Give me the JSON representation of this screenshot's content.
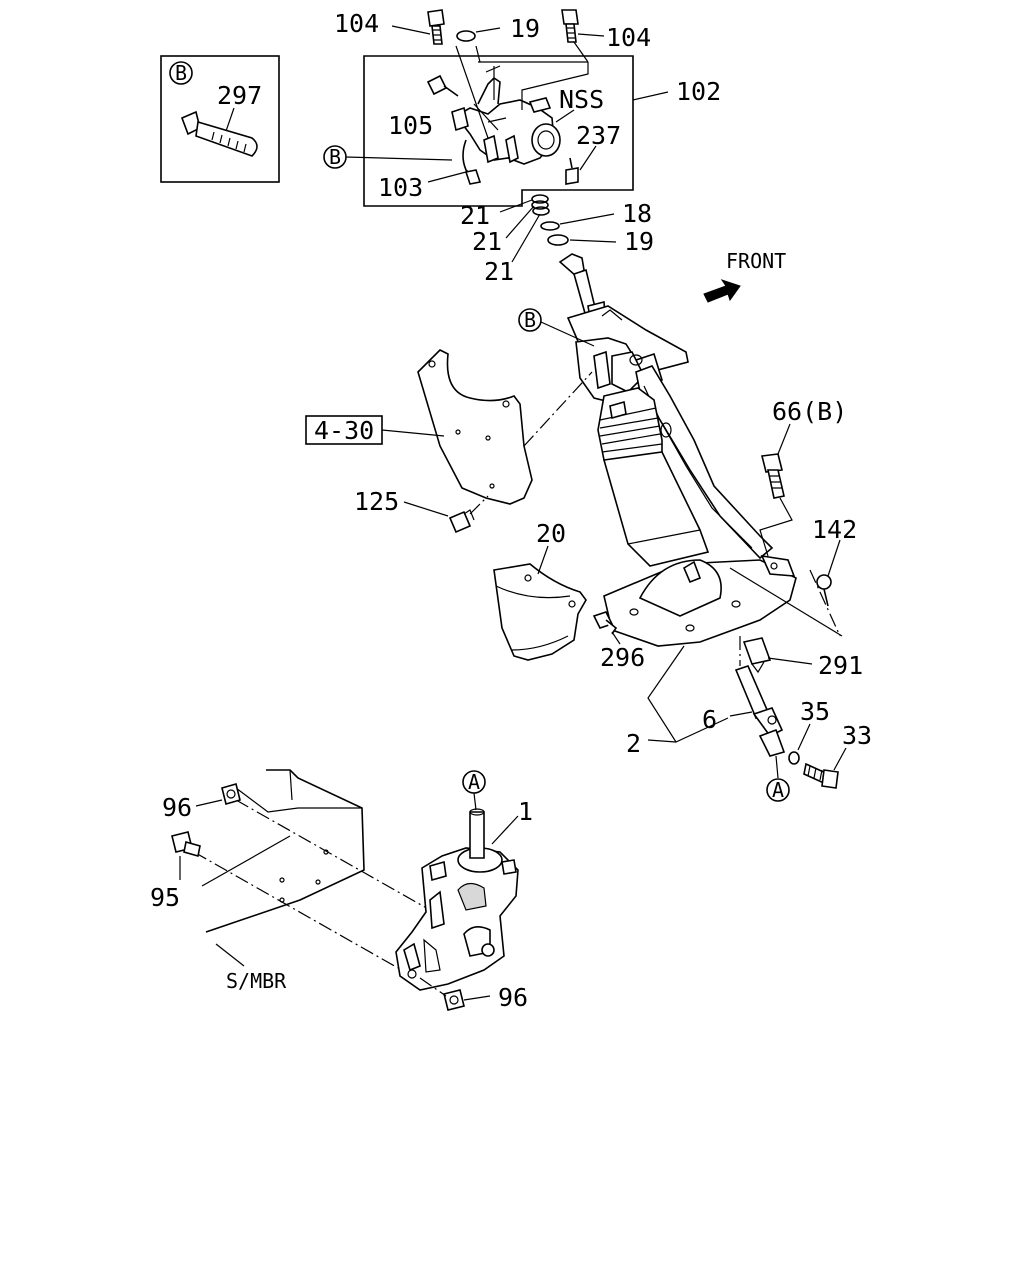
{
  "labels": {
    "p104a": "104",
    "p19a": "19",
    "p104b": "104",
    "p297": "297",
    "p102": "102",
    "pNSS": "NSS",
    "p105": "105",
    "p237": "237",
    "p103": "103",
    "p21a": "21",
    "p21b": "21",
    "p21c": "21",
    "p18": "18",
    "p19b": "19",
    "front": "FRONT",
    "ref430": "4-30",
    "p66": "66(B)",
    "p125": "125",
    "p142": "142",
    "p20": "20",
    "p296": "296",
    "p291": "291",
    "p35": "35",
    "p6": "6",
    "p33": "33",
    "p2": "2",
    "p1": "1",
    "p96a": "96",
    "p95": "95",
    "smbr": "S/MBR",
    "p96b": "96",
    "markB1": "B",
    "markB2": "B",
    "markB3": "B",
    "markA1": "A",
    "markA2": "A"
  },
  "icons": {
    "front_arrow": "front-direction-arrow",
    "circle_marker": "circled-letter-marker"
  }
}
